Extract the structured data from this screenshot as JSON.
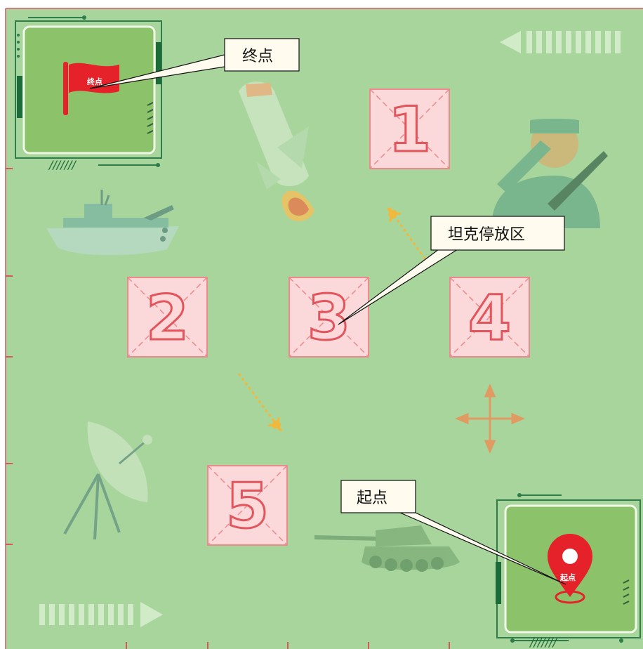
{
  "map": {
    "background_color": "#a8d59c",
    "parking_fill": "#fbd9da",
    "parking_stroke": "#ee8a8e",
    "accent_red": "#e52129"
  },
  "end_zone": {
    "flag_label": "终点"
  },
  "start_zone": {
    "pin_label": "起点"
  },
  "parking_spots": [
    {
      "label": "1"
    },
    {
      "label": "2"
    },
    {
      "label": "3"
    },
    {
      "label": "4"
    },
    {
      "label": "5"
    }
  ],
  "callouts": {
    "end": "终点",
    "parking": "坦克停放区",
    "start": "起点"
  },
  "icons": [
    "rocket-icon",
    "soldier-icon",
    "warship-icon",
    "radar-dish-icon",
    "tank-icon",
    "move-cross-icon",
    "arrow-left-icon",
    "arrow-right-icon"
  ]
}
